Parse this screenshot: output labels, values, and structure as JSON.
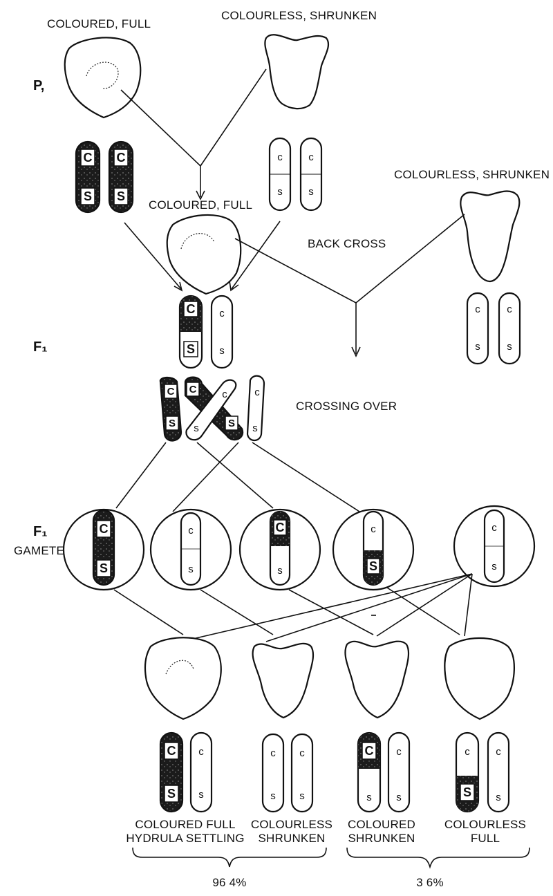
{
  "labels": {
    "p_coloured_full": "COLOURED, FULL",
    "p_colourless_shrunken": "COLOURLESS, SHRUNKEN",
    "f1_coloured_full": "COLOURED, FULL",
    "backcross_colourless_shrunken": "COLOURLESS, SHRUNKEN",
    "back_cross": "BACK CROSS",
    "crossing_over": "CROSSING OVER",
    "gametes": "GAMETES",
    "gen_p": "P,",
    "gen_f1_a": "F₁",
    "gen_f1_b": "F₁"
  },
  "alleles": {
    "C_upper": "C",
    "S_upper": "S",
    "c_lower": "c",
    "s_lower": "s"
  },
  "offspring": [
    {
      "line1": "COLOURED FULL",
      "line2": "HYDRULA SETTLING"
    },
    {
      "line1": "COLOURLESS",
      "line2": "SHRUNKEN"
    },
    {
      "line1": "COLOURED",
      "line2": "SHRUNKEN"
    },
    {
      "line1": "COLOURLESS",
      "line2": "FULL"
    }
  ],
  "percentages": {
    "parental": "96 4%",
    "recombinant": "3 6%"
  },
  "colors": {
    "ink": "#111111",
    "paper": "#ffffff"
  }
}
